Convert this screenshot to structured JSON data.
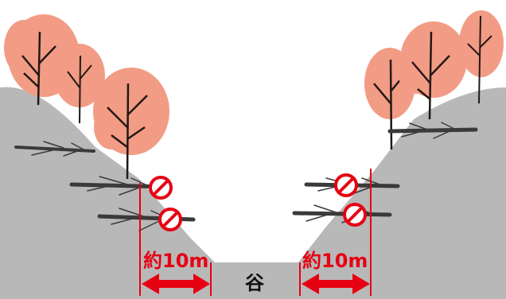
{
  "labels": {
    "left_distance": "約10m",
    "right_distance": "約10m",
    "valley": "谷"
  },
  "colors": {
    "ground": "#b8b8b8",
    "foliage": "#f29c85",
    "trunk": "#231815",
    "felled_log": "#3a3a3a",
    "accent_red": "#e60012"
  },
  "icons": [
    "prohibited-icon",
    "prohibited-icon",
    "prohibited-icon",
    "prohibited-icon",
    "double-arrow-icon",
    "double-arrow-icon"
  ]
}
